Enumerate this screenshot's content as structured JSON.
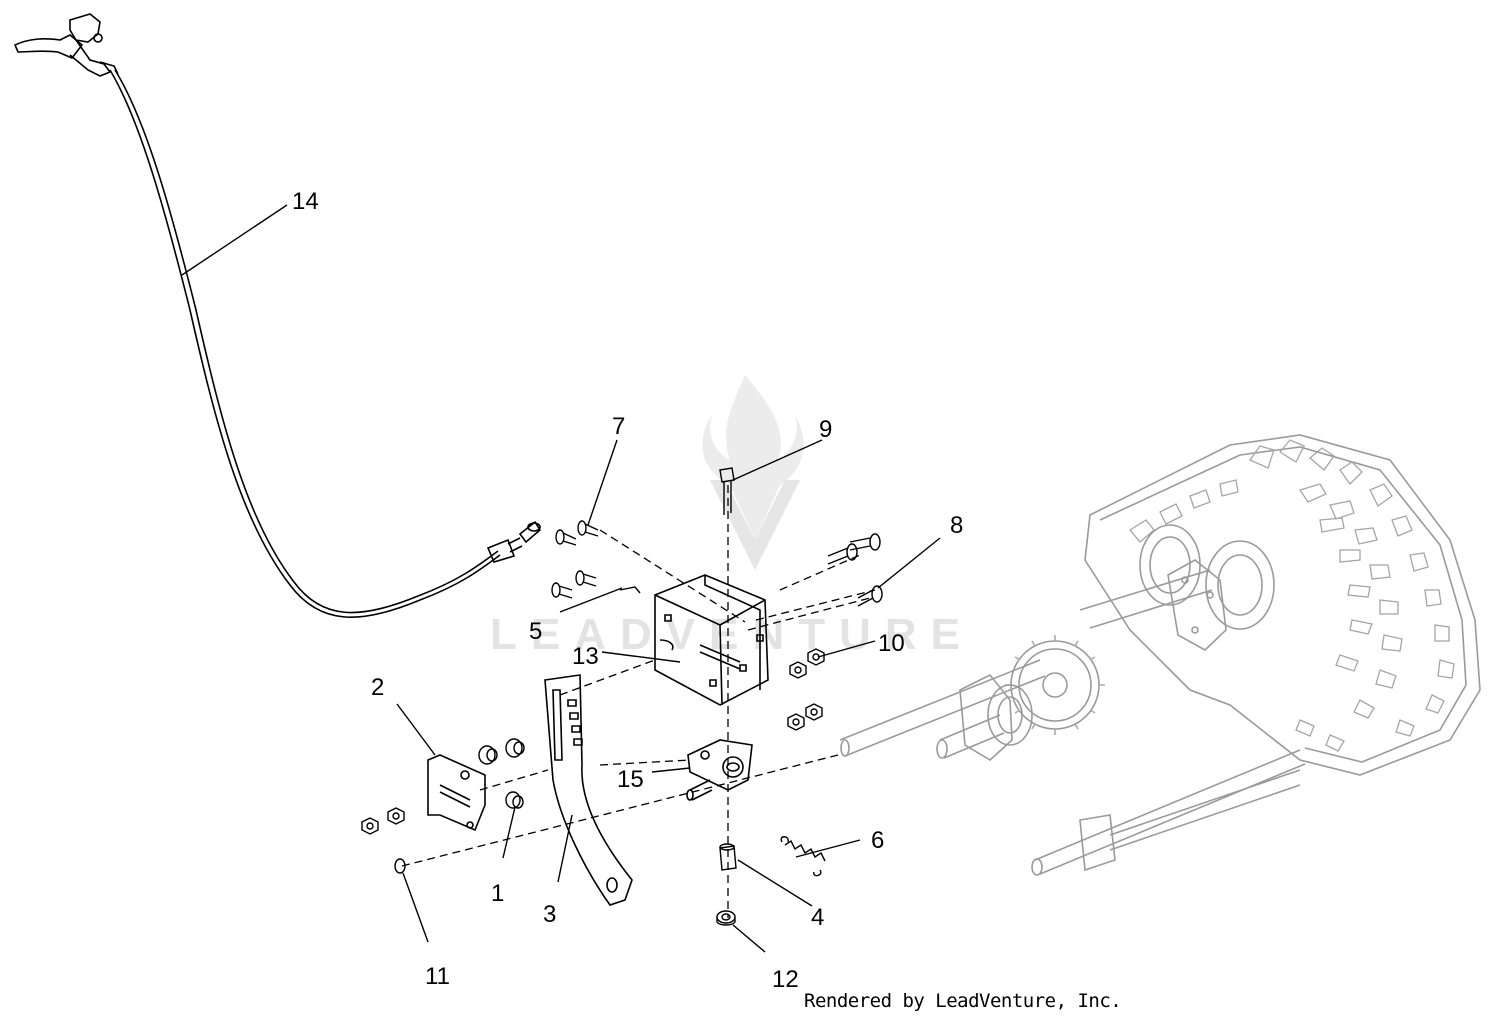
{
  "callouts": {
    "c1": "1",
    "c2": "2",
    "c3": "3",
    "c4": "4",
    "c5": "5",
    "c6": "6",
    "c7": "7",
    "c8": "8",
    "c9": "9",
    "c10": "10",
    "c11": "11",
    "c12": "12",
    "c13": "13",
    "c14": "14",
    "c15": "15"
  },
  "credit": "Rendered by LeadVenture, Inc.",
  "watermark": "LEADVENTURE",
  "colors": {
    "line": "#000000",
    "background_part": "#9a9a9a",
    "watermark": "#e3e3e3"
  }
}
